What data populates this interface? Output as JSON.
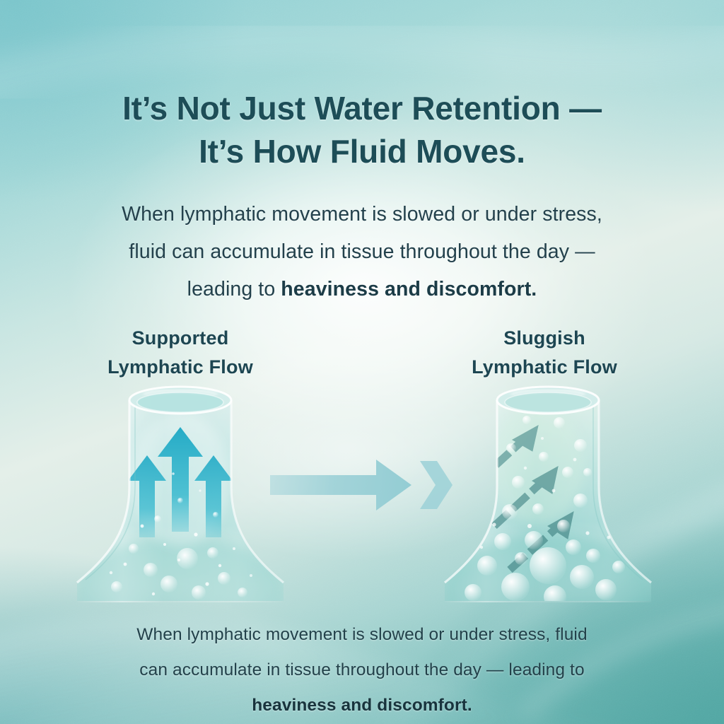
{
  "meta": {
    "kind": "infographic-poster",
    "topic": "Lymphatic fluid movement"
  },
  "theme": {
    "headline_color": "#1d4d57",
    "body_color": "#23414c",
    "label_color": "#1d4652",
    "bg_top_left": "#8ecfd4",
    "bg_center": "#eef4f0",
    "bg_bottom_right": "#5cada8",
    "bg_bottom_left": "#7ab8bd",
    "vessel_glass": "#bfe3e1",
    "active_arrow_color": "#2ab5cc",
    "sluggish_arrow_color": "#4a8b8b",
    "transition_arrow_color": "#9fd0d6"
  },
  "headline": {
    "line1": "It’s Not Just Water Retention —",
    "line2": "It’s How Fluid Moves."
  },
  "intro": {
    "line1": "When lymphatic movement is slowed or under stress,",
    "line2": "fluid can accumulate in tissue throughout the day —",
    "line3_prefix": "leading to ",
    "line3_bold": "heaviness and discomfort."
  },
  "panels": {
    "left": {
      "label_line1": "Supported",
      "label_line2": "Lymphatic Flow",
      "icon": "vessel-upward-flow-icon",
      "arrow_count": 3,
      "arrow_style": "solid-vertical",
      "bubble_density": "low"
    },
    "right": {
      "label_line1": "Sluggish",
      "label_line2": "Lymphatic Flow",
      "icon": "vessel-congested-flow-icon",
      "arrow_count": 3,
      "arrow_style": "faded-diagonal",
      "bubble_density": "high"
    }
  },
  "transition": {
    "icon": "right-arrow-icon",
    "chevron_icon": "chevron-right-icon"
  },
  "caption": {
    "line1": "When lymphatic movement is slowed or under stress, fluid",
    "line2": "can accumulate in tissue throughout the day — leading to",
    "line3_bold": "heaviness and discomfort."
  }
}
